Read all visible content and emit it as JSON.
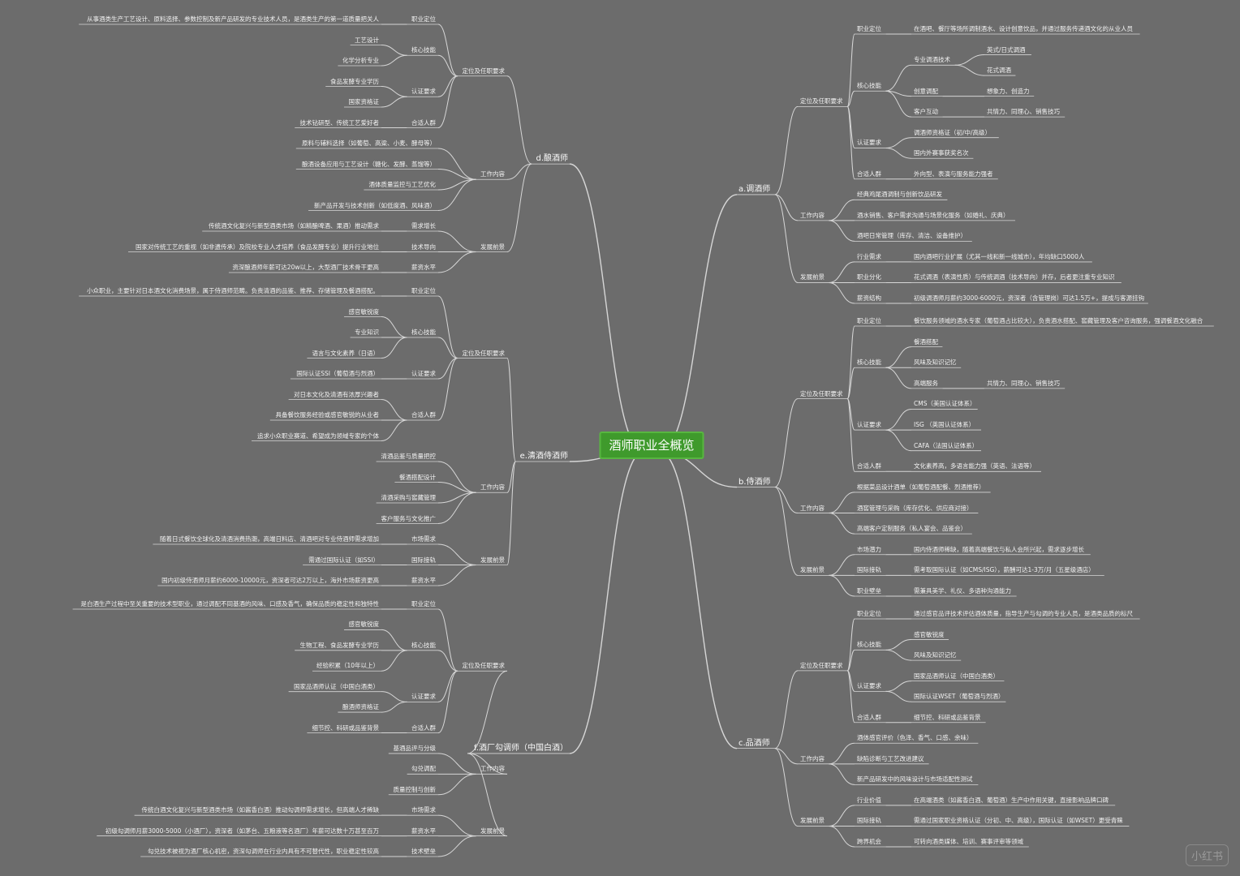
{
  "root": "酒师职业全概览",
  "watermark": "小红书",
  "line_color": "#d6d6d6",
  "root_color": "#3f9a2c",
  "background": "#6c6c6c",
  "branches": [
    {
      "id": "a",
      "label": "a.调酒师",
      "side": "right",
      "children": [
        {
          "label": "定位及任职要求",
          "children": [
            {
              "label": "职业定位",
              "children": [
                {
                  "label": "在酒吧、餐厅等场所调制酒水、设计创意饮品，并通过服务传递酒文化的从业人员"
                }
              ]
            },
            {
              "label": "核心技能",
              "children": [
                {
                  "label": "专业调酒技术",
                  "children": [
                    {
                      "label": "英式/日式调酒"
                    },
                    {
                      "label": "花式调酒"
                    }
                  ]
                },
                {
                  "label": "创意调配",
                  "children": [
                    {
                      "label": "想象力、创造力"
                    }
                  ]
                },
                {
                  "label": "客户互动",
                  "children": [
                    {
                      "label": "共情力、同理心、销售技巧"
                    }
                  ]
                }
              ]
            },
            {
              "label": "认证要求",
              "children": [
                {
                  "label": "调酒师资格证（初/中/高级）"
                },
                {
                  "label": "国内外赛事获奖名次"
                }
              ]
            },
            {
              "label": "合适人群",
              "children": [
                {
                  "label": "外向型、表演与服务能力强者"
                }
              ]
            }
          ]
        },
        {
          "label": "工作内容",
          "children": [
            {
              "label": "经典鸡尾酒调制与创新饮品研发"
            },
            {
              "label": "酒水销售、客户需求沟通与场景化服务（如婚礼、庆典）"
            },
            {
              "label": "酒吧日常管理（库存、清洁、设备维护）"
            }
          ]
        },
        {
          "label": "发展前景",
          "children": [
            {
              "label": "行业需求",
              "children": [
                {
                  "label": "国内酒吧行业扩展（尤其一线和新一线城市），年均缺口5000人"
                }
              ]
            },
            {
              "label": "职业分化",
              "children": [
                {
                  "label": "花式调酒（表演性质）与传统调酒（技术导向）并存，后者更注重专业知识"
                }
              ]
            },
            {
              "label": "薪资结构",
              "children": [
                {
                  "label": "初级调酒师月薪约3000-6000元，资深者（含管理岗）可达1.5万+，提成与客源挂钩"
                }
              ]
            }
          ]
        }
      ]
    },
    {
      "id": "b",
      "label": "b.侍酒师",
      "side": "right",
      "children": [
        {
          "label": "定位及任职要求",
          "children": [
            {
              "label": "职业定位",
              "children": [
                {
                  "label": "餐饮服务领域的酒水专家（葡萄酒占比较大），负责酒水搭配、窖藏管理及客户咨询服务，强调餐酒文化融合"
                }
              ]
            },
            {
              "label": "核心技能",
              "children": [
                {
                  "label": "餐酒搭配"
                },
                {
                  "label": "风味及知识记忆"
                },
                {
                  "label": "高端服务",
                  "children": [
                    {
                      "label": "共情力、同理心、销售技巧"
                    }
                  ]
                }
              ]
            },
            {
              "label": "认证要求",
              "children": [
                {
                  "label": "CMS（美国认证体系）"
                },
                {
                  "label": "ISG （英国认证体系）"
                },
                {
                  "label": "CAFA（法国认证体系）"
                }
              ]
            },
            {
              "label": "合适人群",
              "children": [
                {
                  "label": "文化素养高，多语言能力强（英语、法语等）"
                }
              ]
            }
          ]
        },
        {
          "label": "工作内容",
          "children": [
            {
              "label": "根据菜品设计酒单（如葡萄酒配餐、烈酒推荐）"
            },
            {
              "label": "酒窖管理与采购（库存优化、供应商对接）"
            },
            {
              "label": "高端客户定制服务（私人宴会、品鉴会）"
            }
          ]
        },
        {
          "label": "发展前景",
          "children": [
            {
              "label": "市场潜力",
              "children": [
                {
                  "label": "国内侍酒师稀缺，随着高端餐饮与私人会所兴起，需求逐步增长"
                }
              ]
            },
            {
              "label": "国际接轨",
              "children": [
                {
                  "label": "需考取国际认证（如CMS/ISG），薪酬可达1-3万/月（五星级酒店）"
                }
              ]
            },
            {
              "label": "职业壁垒",
              "children": [
                {
                  "label": "需兼具美学、礼仪、多语种沟通能力"
                }
              ]
            }
          ]
        }
      ]
    },
    {
      "id": "c",
      "label": "c.品酒师",
      "side": "right",
      "children": [
        {
          "label": "定位及任职要求",
          "children": [
            {
              "label": "职业定位",
              "children": [
                {
                  "label": "通过感官品评技术评估酒体质量，指导生产与勾调的专业人员，是酒类品质的标尺"
                }
              ]
            },
            {
              "label": "核心技能",
              "children": [
                {
                  "label": "感官敏锐度"
                },
                {
                  "label": "风味及知识记忆"
                }
              ]
            },
            {
              "label": "认证要求",
              "children": [
                {
                  "label": "国家品酒师认证（中国白酒类）"
                },
                {
                  "label": "国际认证WSET（葡萄酒与烈酒）"
                }
              ]
            },
            {
              "label": "合适人群",
              "children": [
                {
                  "label": "细节控、科研或品鉴背景"
                }
              ]
            }
          ]
        },
        {
          "label": "工作内容",
          "children": [
            {
              "label": "酒体感官评价（色泽、香气、口感、余味）"
            },
            {
              "label": "缺陷诊断与工艺改进建议"
            },
            {
              "label": "新产品研发中的风味设计与市场适配性测试"
            }
          ]
        },
        {
          "label": "发展前景",
          "children": [
            {
              "label": "行业价值",
              "children": [
                {
                  "label": "在高端酒类（如酱香白酒、葡萄酒）生产中作用关键，直接影响品牌口碑"
                }
              ]
            },
            {
              "label": "国际接轨",
              "children": [
                {
                  "label": "需通过国家职业资格认证（分初、中、高级），国际认证（如WSET）更受青睐"
                }
              ]
            },
            {
              "label": "跨界机会",
              "children": [
                {
                  "label": "可转向酒类媒体、培训、赛事评审等领域"
                }
              ]
            }
          ]
        }
      ]
    },
    {
      "id": "d",
      "label": "d.酿酒师",
      "side": "left",
      "children": [
        {
          "label": "定位及任职要求",
          "children": [
            {
              "label": "职业定位",
              "children": [
                {
                  "label": "从事酒类生产工艺设计、原料选择、参数控制及新产品研发的专业技术人员，是酒类生产的第一道质量把关人"
                }
              ]
            },
            {
              "label": "核心技能",
              "children": [
                {
                  "label": "工艺设计"
                },
                {
                  "label": "化学分析专业"
                }
              ]
            },
            {
              "label": "认证要求",
              "children": [
                {
                  "label": "食品发酵专业学历"
                },
                {
                  "label": "国家资格证"
                }
              ]
            },
            {
              "label": "合适人群",
              "children": [
                {
                  "label": "技术钻研型、传统工艺爱好者"
                }
              ]
            }
          ]
        },
        {
          "label": "工作内容",
          "children": [
            {
              "label": "原料与辅料选择（如葡萄、高粱、小麦、酵母等）"
            },
            {
              "label": "酿酒设备应用与工艺设计（糖化、发酵、蒸馏等）"
            },
            {
              "label": "酒体质量监控与工艺优化"
            },
            {
              "label": "新产品开发与技术创新（如低度酒、风味酒）"
            }
          ]
        },
        {
          "label": "发展前景",
          "children": [
            {
              "label": "需求增长",
              "children": [
                {
                  "label": "传统酒文化复兴与新型酒类市场（如精酿啤酒、果酒）推动需求"
                }
              ]
            },
            {
              "label": "技术导向",
              "children": [
                {
                  "label": "国家对传统工艺的重视（如非遗传承）及院校专业人才培养（食品发酵专业）提升行业地位"
                }
              ]
            },
            {
              "label": "薪资水平",
              "children": [
                {
                  "label": "资深酿酒师年薪可达20w以上，大型酒厂技术骨干更高"
                }
              ]
            }
          ]
        }
      ]
    },
    {
      "id": "e",
      "label": "e.清酒侍酒师",
      "side": "left",
      "children": [
        {
          "label": "定位及任职要求",
          "children": [
            {
              "label": "职业定位",
              "children": [
                {
                  "label": "小众职业，主要针对日本酒文化消费场景，属于侍酒师范畴。负责清酒的品鉴、推荐、存储管理及餐酒搭配。"
                }
              ]
            },
            {
              "label": "核心技能",
              "children": [
                {
                  "label": "感官敏锐度"
                },
                {
                  "label": "专业知识"
                },
                {
                  "label": "语言与文化素养（日语）"
                }
              ]
            },
            {
              "label": "认证要求",
              "children": [
                {
                  "label": "国际认证SSI（葡萄酒与烈酒）"
                }
              ]
            },
            {
              "label": "合适人群",
              "children": [
                {
                  "label": "对日本文化及清酒有浓厚兴趣者"
                },
                {
                  "label": "具备餐饮服务经验或感官敏锐的从业者"
                },
                {
                  "label": "追求小众职业赛道、希望成为领域专家的个体"
                }
              ]
            }
          ]
        },
        {
          "label": "工作内容",
          "children": [
            {
              "label": "清酒品鉴与质量把控"
            },
            {
              "label": "餐酒搭配设计"
            },
            {
              "label": "清酒采购与窖藏管理"
            },
            {
              "label": "客户服务与文化推广"
            }
          ]
        },
        {
          "label": "发展前景",
          "children": [
            {
              "label": "市场需求",
              "children": [
                {
                  "label": "随着日式餐饮全球化及清酒消费热潮，高端日料店、清酒吧对专业侍酒师需求增加"
                }
              ]
            },
            {
              "label": "国际接轨",
              "children": [
                {
                  "label": "需通过国际认证（如SSI）"
                }
              ]
            },
            {
              "label": "薪资水平",
              "children": [
                {
                  "label": "国内初级侍酒师月薪约6000-10000元，资深者可达2万以上，海外市场薪资更高"
                }
              ]
            }
          ]
        }
      ]
    },
    {
      "id": "f",
      "label": "f.酒厂勾调师（中国白酒）",
      "side": "left",
      "children": [
        {
          "label": "定位及任职要求",
          "children": [
            {
              "label": "职业定位",
              "children": [
                {
                  "label": "是白酒生产过程中至关重要的技术型职业，通过调配不同基酒的风味、口感及香气，确保品质的稳定性和独特性"
                }
              ]
            },
            {
              "label": "核心技能",
              "children": [
                {
                  "label": "感官敏锐度"
                },
                {
                  "label": "生物工程、食品发酵专业学历"
                },
                {
                  "label": "经验积累（10年以上）"
                }
              ]
            },
            {
              "label": "认证要求",
              "children": [
                {
                  "label": "国家品酒师认证（中国白酒类）"
                },
                {
                  "label": "酿酒师资格证"
                }
              ]
            },
            {
              "label": "合适人群",
              "children": [
                {
                  "label": "细节控、科研或品鉴背景"
                }
              ]
            }
          ]
        },
        {
          "label": "工作内容",
          "children": [
            {
              "label": "基酒品评与分级"
            },
            {
              "label": "勾兑调配"
            },
            {
              "label": "质量控制与创新"
            }
          ]
        },
        {
          "label": "发展前景",
          "children": [
            {
              "label": "市场需求",
              "children": [
                {
                  "label": "传统白酒文化复兴与新型酒类市场（如酱香白酒）推动勾调师需求增长，但高端人才稀缺"
                }
              ]
            },
            {
              "label": "薪资水平",
              "children": [
                {
                  "label": "初级勾调师月薪3000-5000（小酒厂），资深者（如茅台、五粮液等名酒厂）年薪可达数十万甚至百万"
                }
              ]
            },
            {
              "label": "技术壁垒",
              "children": [
                {
                  "label": "勾兑技术被视为酒厂核心机密，资深勾调师在行业内具有不可替代性，职业稳定性较高"
                }
              ]
            }
          ]
        }
      ]
    }
  ]
}
